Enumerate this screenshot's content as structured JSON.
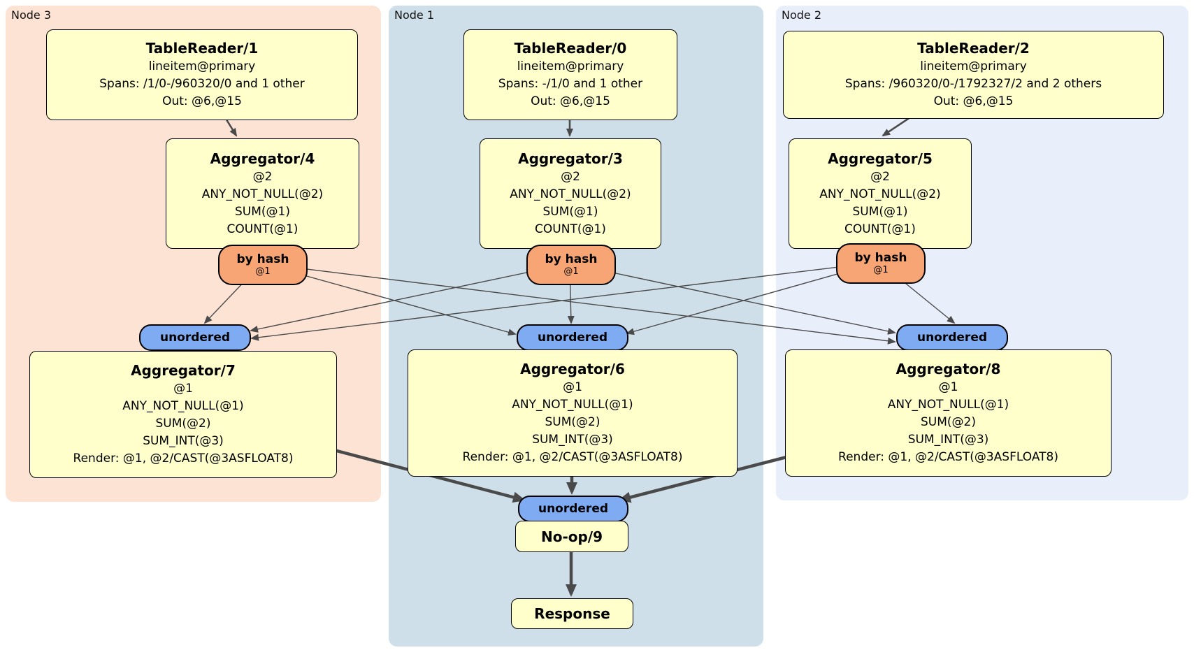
{
  "panels": {
    "node3": {
      "label": "Node 3"
    },
    "node1": {
      "label": "Node 1"
    },
    "node2": {
      "label": "Node 2"
    }
  },
  "processors": {
    "tr1": {
      "title": "TableReader/1",
      "lines": [
        "lineitem@primary",
        "Spans: /1/0-/960320/0 and 1 other",
        "Out: @6,@15"
      ]
    },
    "tr0": {
      "title": "TableReader/0",
      "lines": [
        "lineitem@primary",
        "Spans: -/1/0 and 1 other",
        "Out: @6,@15"
      ]
    },
    "tr2": {
      "title": "TableReader/2",
      "lines": [
        "lineitem@primary",
        "Spans: /960320/0-/1792327/2 and 2 others",
        "Out: @6,@15"
      ]
    },
    "agg4": {
      "title": "Aggregator/4",
      "lines": [
        "@2",
        "ANY_NOT_NULL(@2)",
        "SUM(@1)",
        "COUNT(@1)"
      ]
    },
    "agg3": {
      "title": "Aggregator/3",
      "lines": [
        "@2",
        "ANY_NOT_NULL(@2)",
        "SUM(@1)",
        "COUNT(@1)"
      ]
    },
    "agg5": {
      "title": "Aggregator/5",
      "lines": [
        "@2",
        "ANY_NOT_NULL(@2)",
        "SUM(@1)",
        "COUNT(@1)"
      ]
    },
    "agg7": {
      "title": "Aggregator/7",
      "lines": [
        "@1",
        "ANY_NOT_NULL(@1)",
        "SUM(@2)",
        "SUM_INT(@3)",
        "Render: @1, @2/CAST(@3ASFLOAT8)"
      ]
    },
    "agg6": {
      "title": "Aggregator/6",
      "lines": [
        "@1",
        "ANY_NOT_NULL(@1)",
        "SUM(@2)",
        "SUM_INT(@3)",
        "Render: @1, @2/CAST(@3ASFLOAT8)"
      ]
    },
    "agg8": {
      "title": "Aggregator/8",
      "lines": [
        "@1",
        "ANY_NOT_NULL(@1)",
        "SUM(@2)",
        "SUM_INT(@3)",
        "Render: @1, @2/CAST(@3ASFLOAT8)"
      ]
    },
    "noop": {
      "title": "No-op/9"
    },
    "response": {
      "title": "Response"
    }
  },
  "routers": {
    "hash1": {
      "label": "by hash",
      "detail": "@1"
    },
    "hash0": {
      "label": "by hash",
      "detail": "@1"
    },
    "hash2": {
      "label": "by hash",
      "detail": "@1"
    }
  },
  "syncs": {
    "unordered7": {
      "label": "unordered"
    },
    "unordered6": {
      "label": "unordered"
    },
    "unordered8": {
      "label": "unordered"
    },
    "unordered9": {
      "label": "unordered"
    }
  },
  "colors": {
    "node3_bg": "#fce3d4",
    "node1_bg": "#cfdfe9",
    "node2_bg": "#e9eefb",
    "box_bg": "#ffffcc",
    "router_bg": "#f7a574",
    "sync_bg": "#7fabf3",
    "edge": "#4a4a4a"
  }
}
